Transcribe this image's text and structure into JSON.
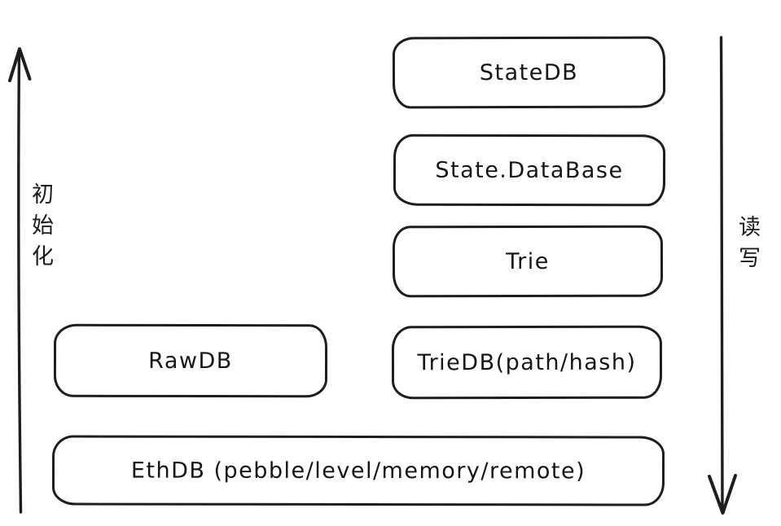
{
  "diagram": {
    "left_axis": {
      "label": "初始化",
      "direction": "up"
    },
    "right_axis": {
      "label": "读写",
      "direction": "down"
    },
    "boxes": [
      {
        "id": "statedb",
        "label": "StateDB"
      },
      {
        "id": "state-database",
        "label": "State.DataBase"
      },
      {
        "id": "trie",
        "label": "Trie"
      },
      {
        "id": "rawdb",
        "label": "RawDB"
      },
      {
        "id": "triedb",
        "label": "TrieDB(path/hash)"
      },
      {
        "id": "ethdb",
        "label": "EthDB (pebble/level/memory/remote)"
      }
    ],
    "colors": {
      "stroke": "#1e1e1e",
      "background": "#ffffff",
      "text": "#161616"
    }
  }
}
